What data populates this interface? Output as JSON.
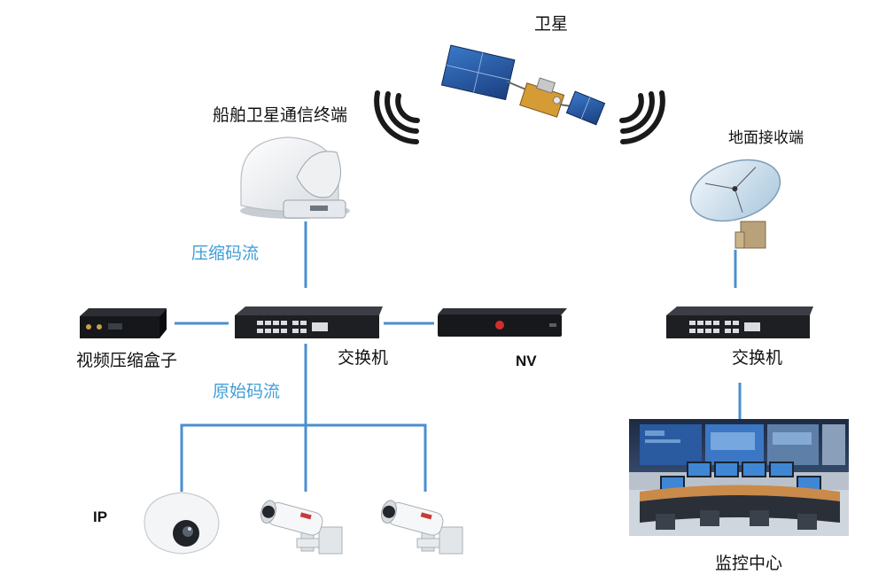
{
  "labels": {
    "satellite": "卫星",
    "ship_terminal": "船舶卫星通信终端",
    "ground_receiver": "地面接收端",
    "compressed_stream": "压缩码流",
    "video_box": "视频压缩盒子",
    "switch_left": "交换机",
    "nvr": "NV",
    "switch_right": "交换机",
    "raw_stream": "原始码流",
    "ip": "IP",
    "monitor_center": "监控中心"
  },
  "colors": {
    "link_line": "#4a8fd0",
    "stream_label": "#3f9ed8",
    "signal_wave": "#1a1a1a"
  }
}
